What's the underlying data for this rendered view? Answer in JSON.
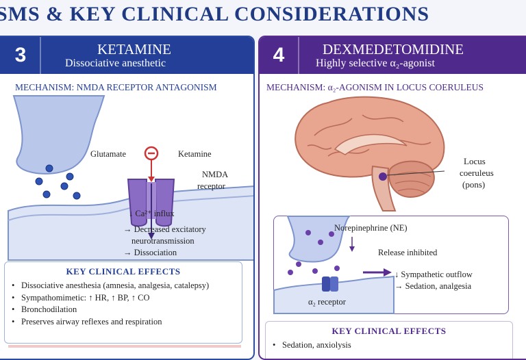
{
  "banner": {
    "title": "SMS & KEY CLINICAL CONSIDERATIONS"
  },
  "ketamine": {
    "number": "3",
    "name": "KETAMINE",
    "subtitle": "Dissociative anesthetic",
    "mechanism": "MECHANISM: NMDA RECEPTOR ANTAGONISM",
    "labels": {
      "glutamate": "Glutamate",
      "ketamine": "Ketamine",
      "nmda_line1": "NMDA",
      "nmda_line2": "receptor",
      "ca_influx": "↓ Ca²⁺ influx",
      "decreased_line1": "→ Decreased excitatory",
      "decreased_line2": "neurotransmission",
      "dissociation": "→ Dissociation"
    },
    "effects_title": "KEY CLINICAL EFFECTS",
    "effects": [
      "Dissociative anesthesia (amnesia, analgesia, catalepsy)",
      "Sympathomimetic: ↑ HR, ↑ BP, ↑ CO",
      "Bronchodilation",
      "Preserves airway reflexes and respiration"
    ],
    "colors": {
      "header": "#233f98",
      "receptor": "#8b6cc4",
      "neuron": "#b9c7ea"
    }
  },
  "dexmedetomidine": {
    "number": "4",
    "name": "DEXMEDETOMIDINE",
    "subtitle": "Highly selective α₂-agonist",
    "mechanism": "MECHANISM: α₂-AGONISM IN LOCUS COERULEUS",
    "labels": {
      "locus_line1": "Locus",
      "locus_line2": "coeruleus",
      "locus_line3": "(pons)",
      "ne": "Norepinephrine (NE)",
      "release": "Release inhibited",
      "symp": "↓ Sympathetic outflow",
      "sedation": "→ Sedation, analgesia",
      "alpha2": "α₂ receptor"
    },
    "effects_title": "KEY CLINICAL EFFECTS",
    "effects": [
      "Sedation, anxiolysis"
    ],
    "colors": {
      "header": "#4f2a8c",
      "brain": "#e8a590",
      "cerebellum": "#d9927e"
    }
  }
}
